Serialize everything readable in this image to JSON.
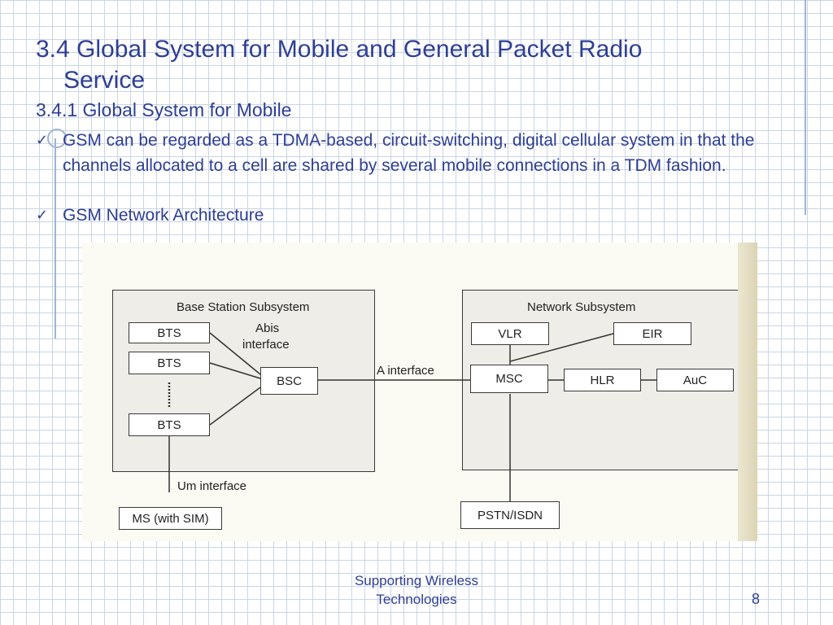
{
  "slide": {
    "title_line1": "3.4 Global System for Mobile and General Packet Radio",
    "title_line2": "Service",
    "subtitle": "3.4.1 Global System for Mobile",
    "bullets": [
      {
        "check": "✓",
        "text": "GSM can be regarded as a TDMA-based, circuit-switching, digital cellular system in that the channels allocated to a cell are shared by several mobile connections in a TDM fashion."
      },
      {
        "check": "✓",
        "text": "GSM Network Architecture"
      }
    ],
    "footer_line1": "Supporting Wireless",
    "footer_line2": "Technologies",
    "page_number": "8"
  },
  "diagram": {
    "bss_label": "Base Station Subsystem",
    "nss_label": "Network Subsystem",
    "bts1": "BTS",
    "bts2": "BTS",
    "bts3": "BTS",
    "bsc": "BSC",
    "abis_line1": "Abis",
    "abis_line2": "interface",
    "a_interface": "A interface",
    "um_interface": "Um interface",
    "ms": "MS (with SIM)",
    "vlr": "VLR",
    "eir": "EIR",
    "msc": "MSC",
    "hlr": "HLR",
    "auc": "AuC",
    "pstn": "PSTN/ISDN"
  }
}
